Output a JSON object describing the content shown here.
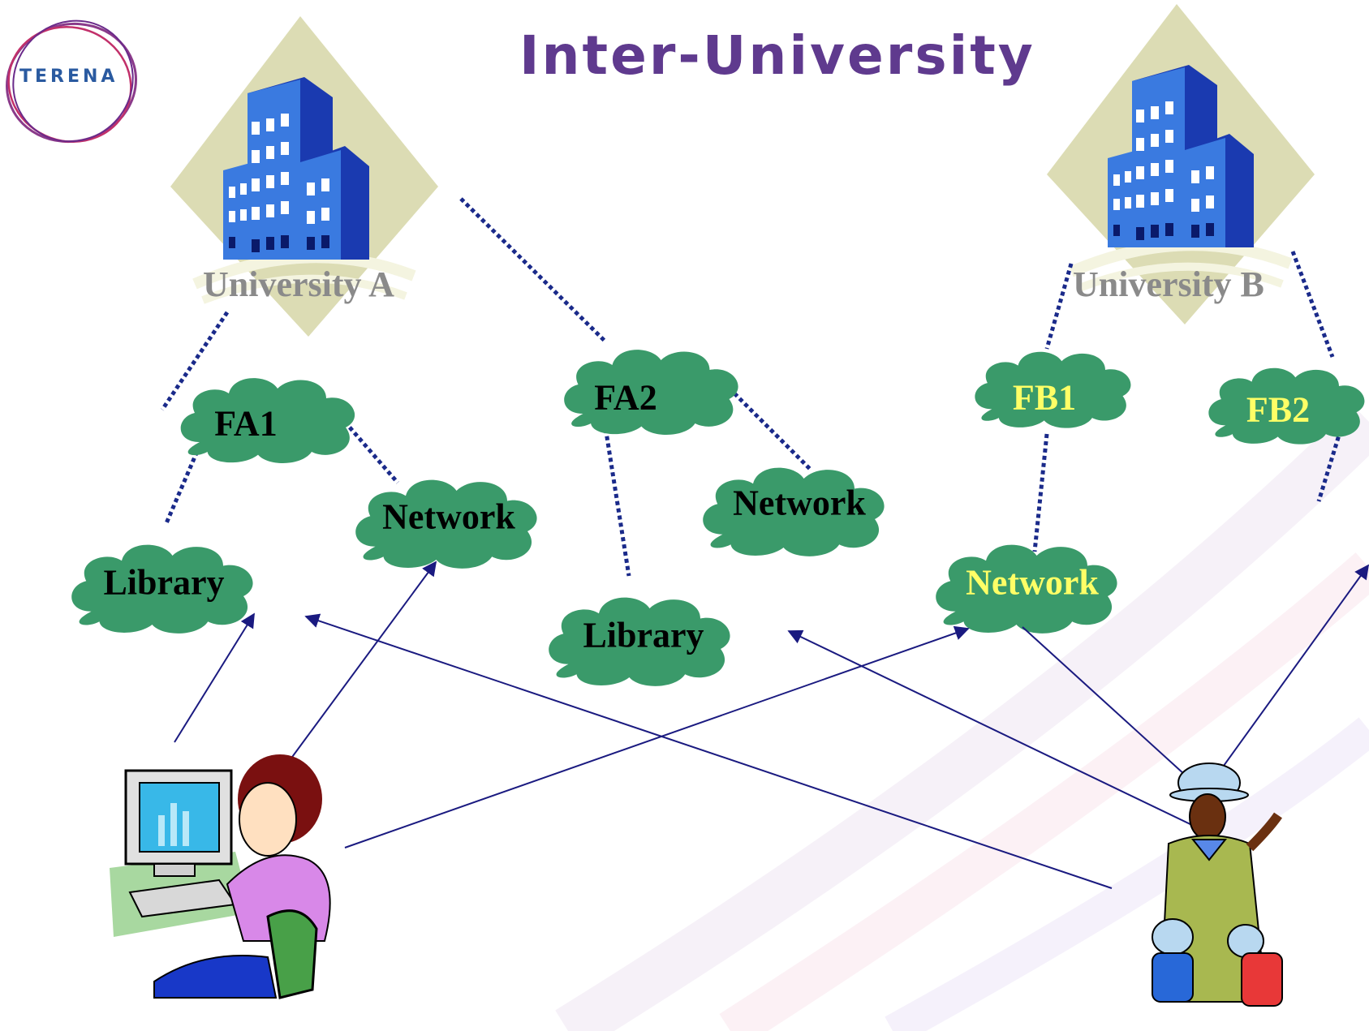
{
  "title": "Inter-University",
  "logo": {
    "text": "TERENA"
  },
  "universities": {
    "a": "University A",
    "b": "University B"
  },
  "clouds": {
    "fa1": "FA1",
    "fa2": "FA2",
    "fb1": "FB1",
    "fb2": "FB2",
    "network_a": "Network",
    "library_a": "Library",
    "network_fa2": "Network",
    "library_fa2": "Library",
    "network_b": "Network"
  },
  "colors": {
    "cloud": "#3a9a6a",
    "title": "#5f3a8e",
    "dotted_line": "#1a2a8a",
    "arrow": "#1a1a80",
    "label_dark": "#000000",
    "label_yellow": "#ffff66",
    "university_label": "#8a8a8a"
  },
  "icons": [
    "building-icon",
    "computer-user-icon",
    "traveler-icon"
  ]
}
